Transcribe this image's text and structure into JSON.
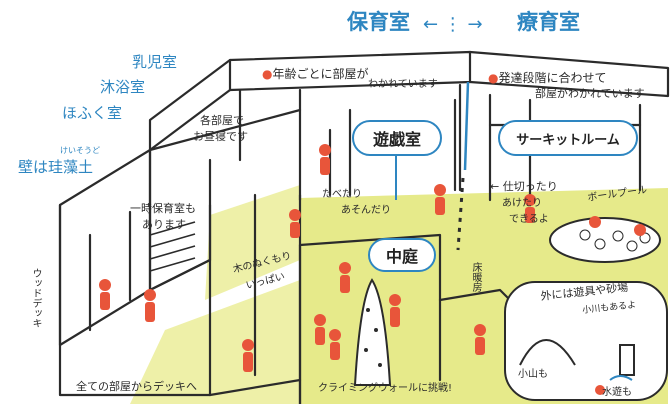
{
  "header": {
    "left": "保育室",
    "arrows": "← ⋮ →",
    "right": "療育室"
  },
  "side_labels": {
    "infant_room": "乳児室",
    "bath_room": "沐浴室",
    "nursing_room": "ほふく室",
    "wall_ruby": "けいそうど",
    "wall": "壁は珪藻土"
  },
  "notes": {
    "age_rooms": "年齢ごとに部屋が",
    "age_rooms_2": "わかれています",
    "dev_rooms": "発達段階に合わせて",
    "dev_rooms_2": "部屋がわかれています",
    "nap": "各部屋で",
    "nap_2": "お昼寝です",
    "temp_care": "一時保育室も",
    "temp_care_2": "あります",
    "wood_deck": "ウッドデッキ",
    "wood_feel": "木のぬくもり",
    "wood_feel_2": "いっぱい",
    "all_rooms_deck": "全ての部屋からデッキへ",
    "eat_play": "たべたり",
    "eat_play_2": "あそんだり",
    "partition": "仕切ったり",
    "partition_2": "あけたり",
    "partition_3": "できるよ",
    "ball_pool": "ボールプール",
    "floor_heat": "床暖房",
    "climbing": "クライミングウォールに挑戦!",
    "outside": "外には遊具や砂場",
    "outside_2": "小川もあるよ",
    "hill": "小山も",
    "water": "水遊も"
  },
  "rooms": {
    "playroom": "遊戯室",
    "circuit": "サーキットルーム",
    "courtyard": "中庭"
  },
  "colors": {
    "accent": "#2e86c1",
    "floor": "#e6ea8a",
    "ink": "#2b2b2b",
    "child": "#e8553a"
  }
}
